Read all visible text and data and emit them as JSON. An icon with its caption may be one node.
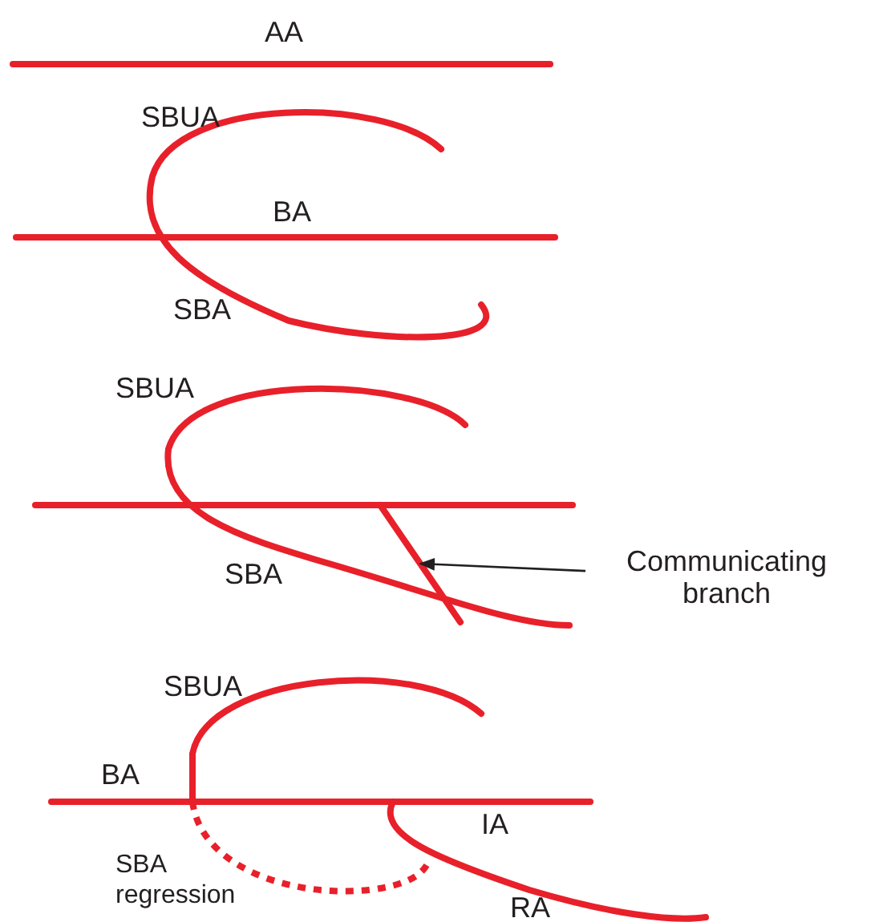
{
  "diagram": {
    "nodes": [
      {
        "text": [
          "Communicating branch"
        ]
      },
      {
        "text": [],
        "shape": "line"
      }
    ],
    "edges": [
      {
        "from": 0,
        "to": 1,
        "arrow": "to"
      }
    ],
    "labels": [
      "AA",
      "SBUA",
      "BA",
      "SBA",
      "SBUA",
      "SBA",
      "SBUA",
      "BA",
      "IA",
      "SBA regression",
      "RA"
    ]
  }
}
